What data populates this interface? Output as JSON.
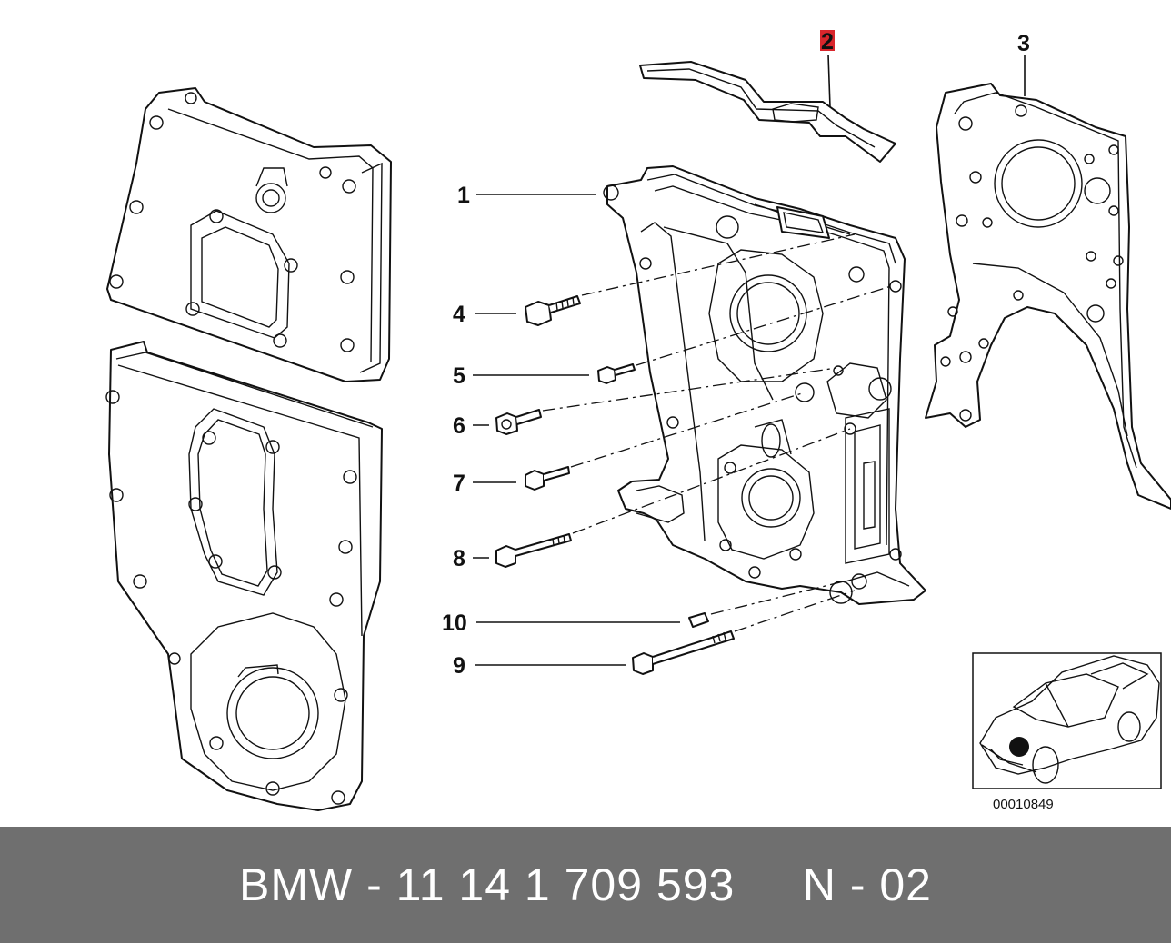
{
  "callouts": {
    "c1": "1",
    "c2": "2",
    "c3": "3",
    "c4": "4",
    "c5": "5",
    "c6": "6",
    "c7": "7",
    "c8": "8",
    "c9": "9",
    "c10": "10"
  },
  "highlight_color": "#d9262c",
  "reference_number": "00010849",
  "footer": {
    "text": "BMW - 11 14 1 709 593     N - 02"
  }
}
